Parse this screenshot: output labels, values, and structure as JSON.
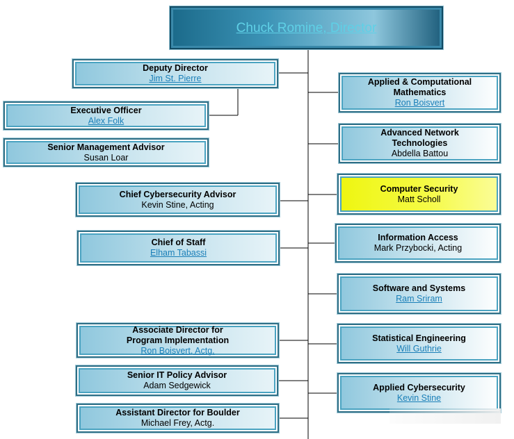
{
  "director": {
    "name": "Chuck Romine, Director"
  },
  "left_boxes": [
    {
      "title": "Deputy Director",
      "name": "Jim St. Pierre",
      "link": true
    },
    {
      "title": "Executive Officer",
      "name": "Alex Folk",
      "link": true
    },
    {
      "title": "Senior Management Advisor",
      "name": "Susan Loar",
      "link": false
    },
    {
      "title": "Chief Cybersecurity Advisor",
      "name": "Kevin Stine, Acting",
      "link": false
    },
    {
      "title": "Chief of Staff",
      "name": "Elham Tabassi",
      "link": true
    },
    {
      "title": "Associate Director for\nProgram Implementation",
      "name": "Ron Boisvert, Actg.",
      "link": true
    },
    {
      "title": "Senior IT Policy Advisor",
      "name": "Adam Sedgewick",
      "link": false
    },
    {
      "title": "Assistant Director for Boulder",
      "name": "Michael Frey, Actg.",
      "link": false
    }
  ],
  "right_boxes": [
    {
      "title": "Applied & Computational\nMathematics",
      "name": "Ron Boisvert",
      "link": true
    },
    {
      "title": "Advanced Network\nTechnologies",
      "name": "Abdella Battou",
      "link": false
    },
    {
      "title": "Computer Security",
      "name": "Matt Scholl",
      "link": false
    },
    {
      "title": "Information Access",
      "name": "Mark Przybocki, Acting",
      "link": false
    },
    {
      "title": "Software and Systems",
      "name": "Ram Sriram",
      "link": true
    },
    {
      "title": "Statistical Engineering",
      "name": "Will Guthrie",
      "link": true
    },
    {
      "title": "Applied Cybersecurity",
      "name": "Kevin Stine",
      "link": true
    }
  ],
  "colors": {
    "connector": "#000000",
    "box_border": "#2f6f86",
    "highlight": "#eef60f",
    "link": "#1a7fb8"
  }
}
